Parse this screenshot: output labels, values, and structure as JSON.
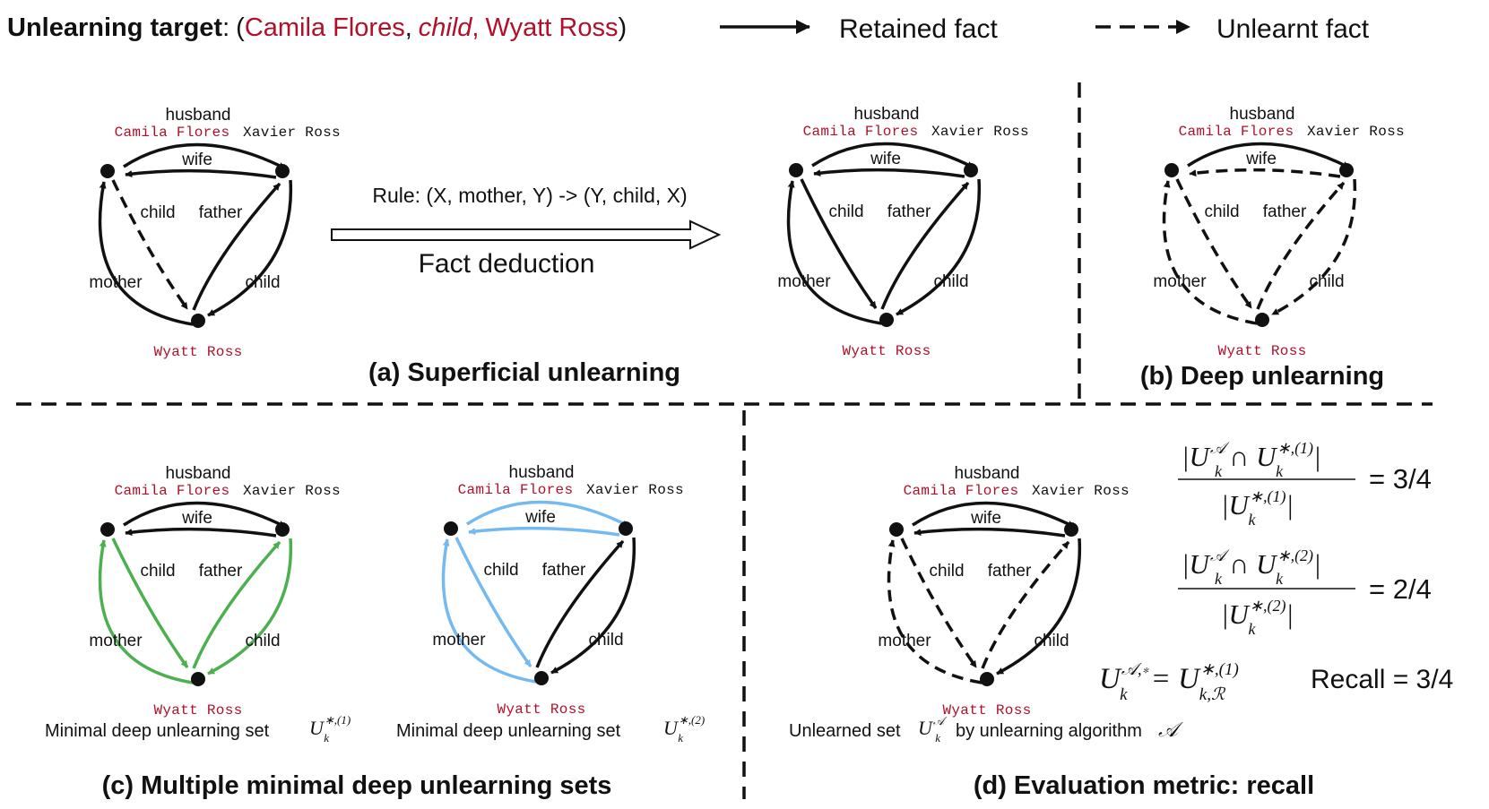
{
  "header": {
    "target_label": "Unlearning target",
    "target_colon": ":",
    "target_open": "(",
    "target_subject": "Camila Flores",
    "target_sep1": ",",
    "target_relation": "child",
    "target_sep2": ",",
    "target_object": "Wyatt Ross",
    "target_close": ")",
    "legend_retained": "Retained fact",
    "legend_unlearnt": "Unlearnt fact"
  },
  "nodes": {
    "camila": "Camila Flores",
    "xavier": "Xavier Ross",
    "wyatt": "Wyatt Ross"
  },
  "relations": {
    "husband": "husband",
    "wife": "wife",
    "child": "child",
    "father": "father",
    "mother": "mother"
  },
  "panel_a": {
    "rule": "Rule: (X, mother, Y) -> (Y, child, X)",
    "deduction": "Fact deduction",
    "title": "(a) Superficial unlearning"
  },
  "panel_b": {
    "title": "(b) Deep unlearning"
  },
  "panel_c": {
    "caption": "Minimal deep unlearning set",
    "title": "(c) Multiple minimal deep unlearning sets"
  },
  "panel_d": {
    "caption_pre": "Unlearned set",
    "caption_post": "by unlearning algorithm",
    "value1": "= 3/4",
    "value2": "= 2/4",
    "recall": "Recall = 3/4",
    "title": "(d) Evaluation metric: recall"
  },
  "colors": {
    "red": "#b0102a",
    "black": "#111111",
    "green": "#4caf50",
    "blue": "#74b9f0"
  }
}
